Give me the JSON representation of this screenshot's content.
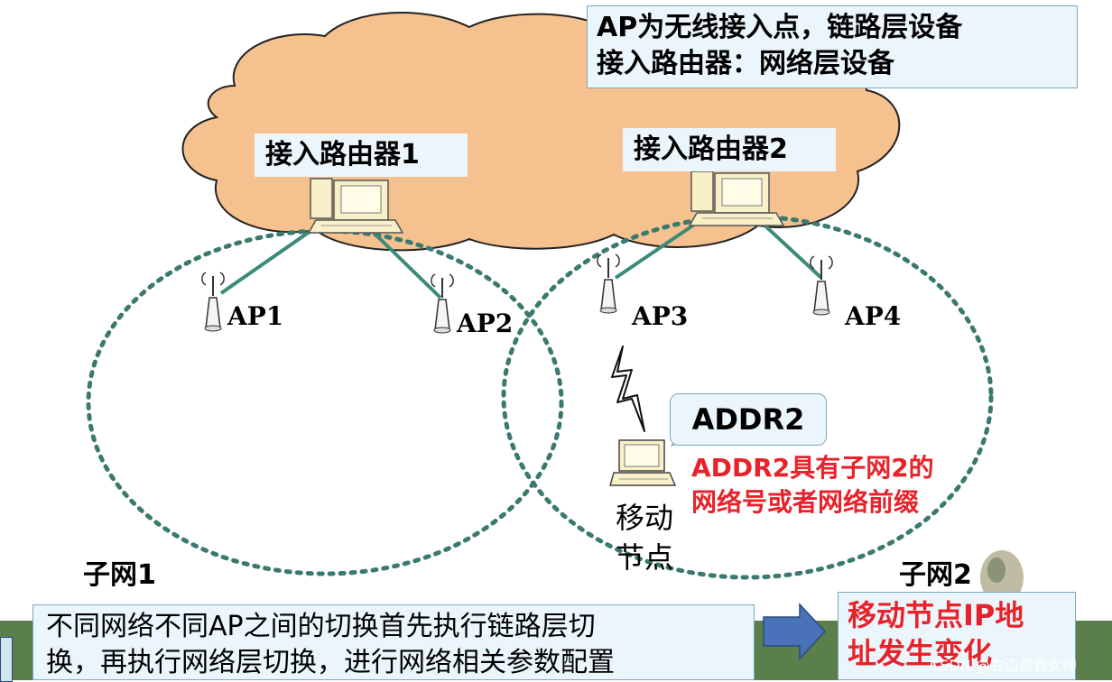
{
  "diagram": {
    "top_note": [
      "AP为无线接入点，链路层设备",
      "接入路由器：网络层设备"
    ],
    "router1_label": "接入路由器1",
    "router2_label": "接入路由器2",
    "aps": [
      "AP1",
      "AP2",
      "AP3",
      "AP4"
    ],
    "subnet1_label": "子网1",
    "subnet2_label": "子网2",
    "address_bubble": "ADDR2",
    "address_note": [
      "ADDR2具有子网2的",
      "网络号或者网络前缀"
    ],
    "mobile_node_label": [
      "移动",
      "节点"
    ],
    "bottom_note": [
      "不同网络不同AP之间的切换首先执行链路层切",
      "换，再执行网络层切换，进行网络相关参数配置"
    ],
    "result_note": [
      "移动节点IP地",
      "址发生变化"
    ],
    "watermark": "CSDN @右边是我女神"
  },
  "colors": {
    "cloud": "#f5c18e",
    "cloud_outline": "#222222",
    "subnet_ring": "#3a7a6e",
    "link_line": "#3b8a7a",
    "note_bg": "#eaf6fb",
    "note_border": "#7aa8c0",
    "highlight_red": "#e8222a",
    "footer_band": "#5a7f4a",
    "arrow_fill": "#4a72b8"
  },
  "icons": [
    "cloud-shape",
    "router-computer-icon",
    "antenna-ap-icon",
    "lightning-bolt-icon",
    "laptop-computer-icon",
    "right-arrow-icon"
  ]
}
